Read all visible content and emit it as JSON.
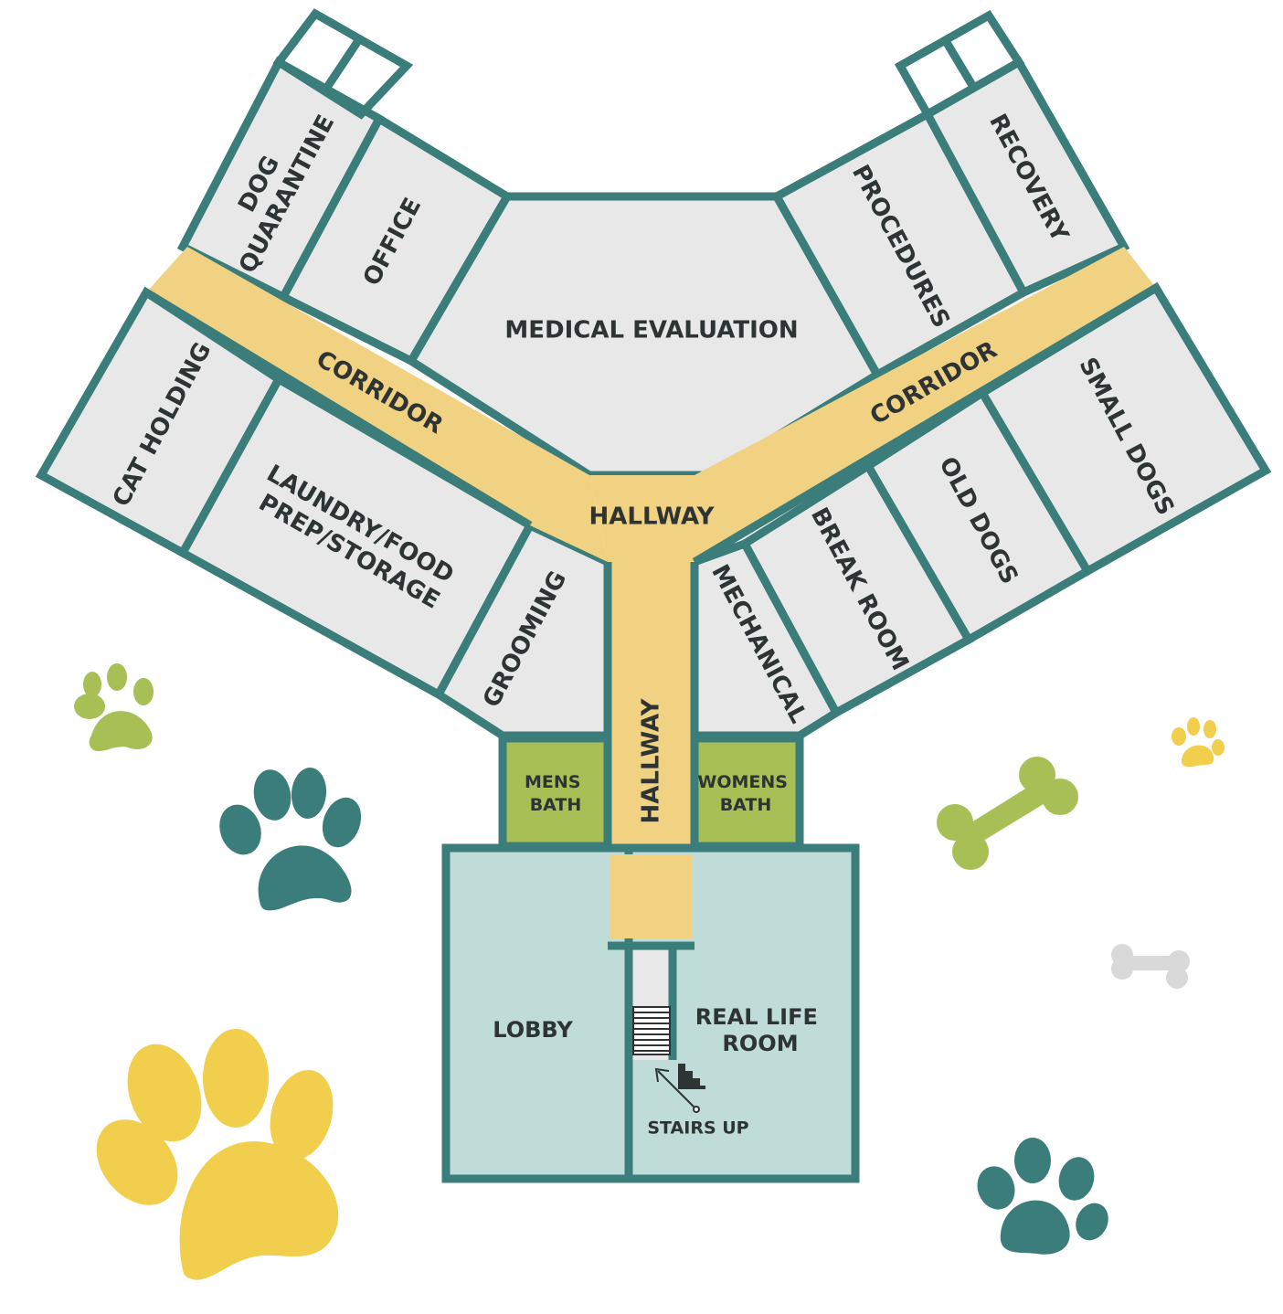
{
  "labels": {
    "dog_quarantine_1": "DOG",
    "dog_quarantine_2": "QUARANTINE",
    "office": "OFFICE",
    "medical_evaluation": "MEDICAL EVALUATION",
    "procedures": "PROCEDURES",
    "recovery": "RECOVERY",
    "corridor_left": "CORRIDOR",
    "corridor_right": "CORRIDOR",
    "cat_holding": "CAT HOLDING",
    "laundry_1": "LAUNDRY/FOOD",
    "laundry_2": "PREP/STORAGE",
    "grooming": "GROOMING",
    "hallway_junction": "HALLWAY",
    "hallway_vertical": "HALLWAY",
    "mechanical": "MECHANICAL",
    "break_room": "BREAK ROOM",
    "old_dogs": "OLD DOGS",
    "small_dogs": "SMALL DOGS",
    "mens_bath_1": "MENS",
    "mens_bath_2": "BATH",
    "womens_bath_1": "WOMENS",
    "womens_bath_2": "BATH",
    "lobby": "LOBBY",
    "real_life_1": "REAL LIFE",
    "real_life_2": "ROOM",
    "stairs_up": "STAIRS UP"
  },
  "colors": {
    "wall": "#3b7d7a",
    "room": "#e8e8e9",
    "corridor": "#f1d283",
    "bath": "#a8bf55",
    "front": "#bfdcd8",
    "paw_teal": "#3b7d7a",
    "paw_yellow": "#f1ce4c",
    "paw_green": "#a8bf55",
    "bone_gray": "#d9d9d9"
  },
  "icons": [
    "paw-print-icon",
    "bone-icon",
    "stairs-icon",
    "arrow-icon"
  ]
}
